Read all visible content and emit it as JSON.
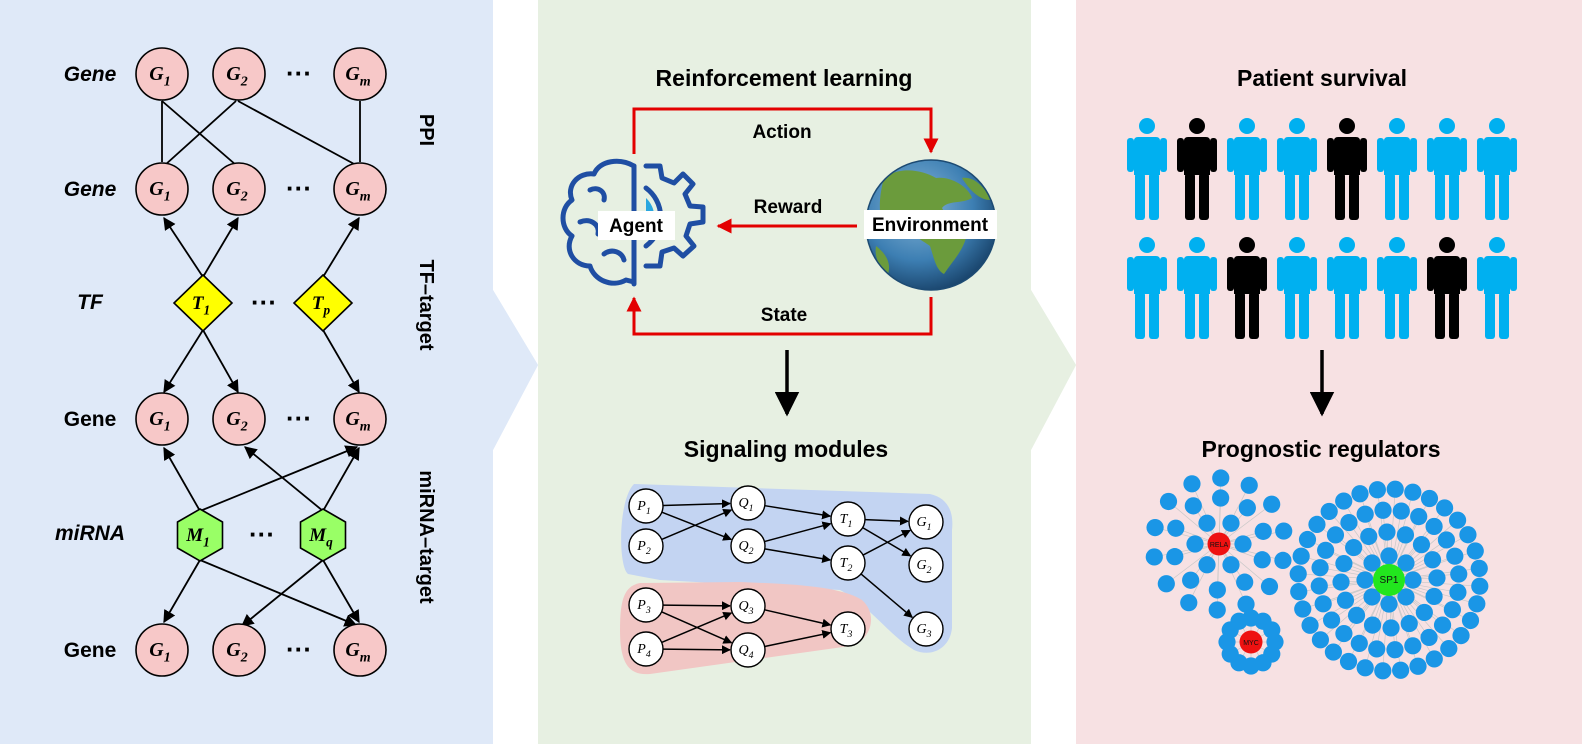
{
  "panel1": {
    "row_labels": [
      "Gene",
      "Gene",
      "TF",
      "Gene",
      "miRNA",
      "Gene"
    ],
    "layer_labels": [
      "PPI",
      "TF–target",
      "miRNA–target"
    ],
    "gene_nodes": [
      {
        "base": "G",
        "sub": "1"
      },
      {
        "base": "G",
        "sub": "2"
      },
      {
        "base": "G",
        "sub": "m"
      }
    ],
    "tf_nodes": [
      {
        "base": "T",
        "sub": "1"
      },
      {
        "base": "T",
        "sub": "p"
      }
    ],
    "mirna_nodes": [
      {
        "base": "M",
        "sub": "1"
      },
      {
        "base": "M",
        "sub": "q"
      }
    ],
    "ellipsis": "···"
  },
  "panel2": {
    "title": "Reinforcement learning",
    "action": "Action",
    "reward": "Reward",
    "state": "State",
    "agent": "Agent",
    "environment": "Environment",
    "modules_title": "Signaling modules",
    "module_nodes_blue": [
      {
        "base": "P",
        "sub": "1"
      },
      {
        "base": "P",
        "sub": "2"
      },
      {
        "base": "Q",
        "sub": "1"
      },
      {
        "base": "Q",
        "sub": "2"
      },
      {
        "base": "T",
        "sub": "1"
      },
      {
        "base": "T",
        "sub": "2"
      },
      {
        "base": "G",
        "sub": "1"
      },
      {
        "base": "G",
        "sub": "2"
      },
      {
        "base": "G",
        "sub": "3"
      }
    ],
    "module_nodes_red": [
      {
        "base": "P",
        "sub": "3"
      },
      {
        "base": "P",
        "sub": "4"
      },
      {
        "base": "Q",
        "sub": "3"
      },
      {
        "base": "Q",
        "sub": "4"
      },
      {
        "base": "T",
        "sub": "3"
      }
    ]
  },
  "panel3": {
    "title": "Patient survival",
    "regulators_title": "Prognostic regulators",
    "people_row1": [
      "blue",
      "black",
      "blue",
      "blue",
      "black",
      "blue",
      "blue",
      "blue"
    ],
    "people_row2": [
      "blue",
      "blue",
      "black",
      "blue",
      "blue",
      "blue",
      "black",
      "blue"
    ],
    "hubs": [
      {
        "label": "RELA",
        "color": "red",
        "leaves": 30
      },
      {
        "label": "MYC",
        "color": "red",
        "leaves": 12
      },
      {
        "label": "SP1",
        "color": "green",
        "leaves": 80
      }
    ]
  },
  "colors": {
    "panel1_bg": "#dfe9f8",
    "panel2_bg": "#e7f0e2",
    "panel3_bg": "#f7e1e3",
    "gene": "#f7c8c8",
    "tf": "#ffff00",
    "mirna": "#99ff66",
    "rl_arrow": "#e30000",
    "person_blue": "#00b0f0",
    "leaf_blue": "#1a96e6"
  }
}
